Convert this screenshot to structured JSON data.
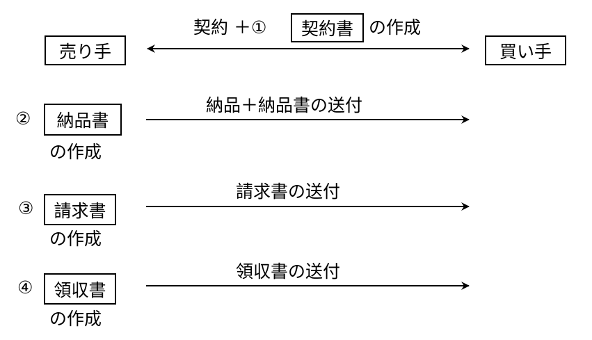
{
  "parties": {
    "seller": "売り手",
    "buyer": "買い手"
  },
  "step1": {
    "prefix": "契約 ＋①",
    "doc": "契約書",
    "suffix": "の作成"
  },
  "step2": {
    "number": "②",
    "doc": "納品書",
    "caption": "の作成",
    "arrow_label": "納品＋納品書の送付"
  },
  "step3": {
    "number": "③",
    "doc": "請求書",
    "caption": "の作成",
    "arrow_label": "請求書の送付"
  },
  "step4": {
    "number": "④",
    "doc": "領収書",
    "caption": "の作成",
    "arrow_label": "領収書の送付"
  }
}
